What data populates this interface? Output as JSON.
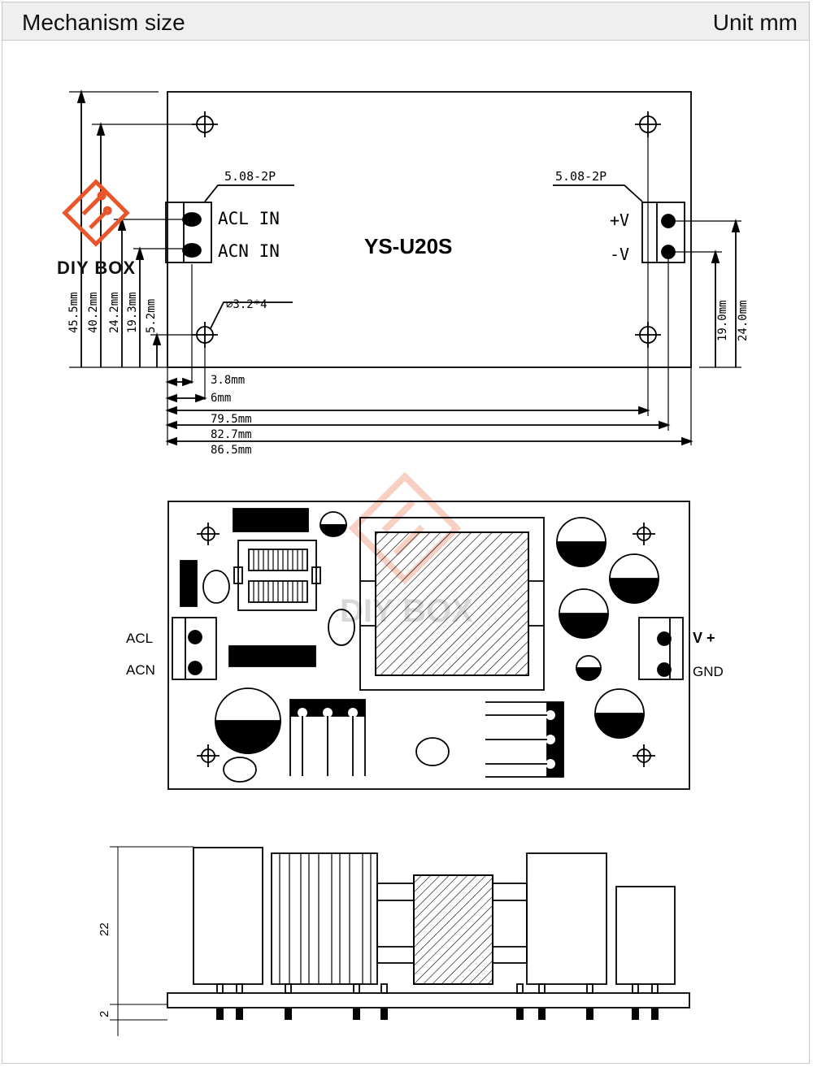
{
  "header": {
    "title": "Mechanism size",
    "unit": "Unit mm"
  },
  "top_view": {
    "model": "YS-U20S",
    "left_connector_label": "5.08-2P",
    "right_connector_label": "5.08-2P",
    "acl_in": "ACL  IN",
    "acn_in": "ACN  IN",
    "plus_v": "+V",
    "minus_v": "-V",
    "hole_label": "⌀3.2*4",
    "dims_vertical_left": [
      "45.5mm",
      "40.2mm",
      "24.2mm",
      "19.3mm",
      "5.2mm"
    ],
    "dims_vertical_right": [
      "19.0mm",
      "24.0mm"
    ],
    "dims_horizontal": [
      "3.8mm",
      "6mm",
      "79.5mm",
      "82.7mm",
      "86.5mm"
    ]
  },
  "component_view": {
    "acl": "ACL",
    "acn": "ACN",
    "vplus": "V +",
    "gnd": "GND"
  },
  "side_view": {
    "height_main": "22",
    "height_board": "2"
  },
  "watermark": {
    "brand": "DIY BOX",
    "color": "#e8552a"
  }
}
